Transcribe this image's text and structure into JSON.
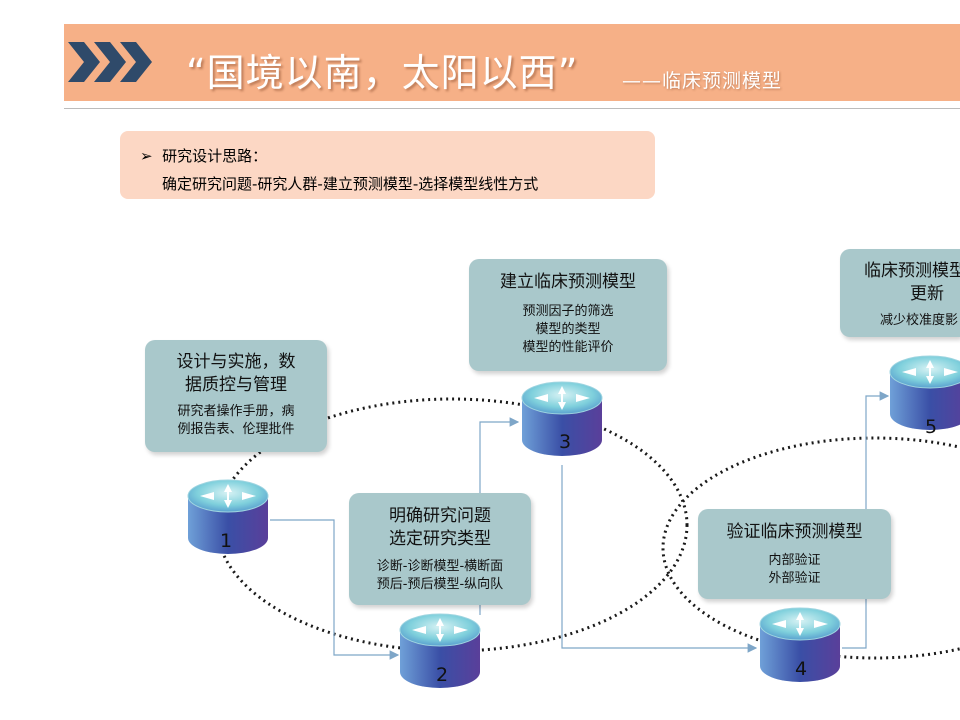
{
  "header": {
    "title": "“国境以南，太阳以西”",
    "subtitle": "——临床预测模型"
  },
  "design": {
    "bullet": "➢",
    "label": "研究设计思路：",
    "flow": "确定研究问题-研究人群-建立预测模型-选择模型线性方式"
  },
  "stages": [
    {
      "number": "1",
      "title_lines": [
        "设计与实施，数",
        "据质控与管理"
      ],
      "detail_lines": [
        "研究者操作手册，病",
        "例报告表、伦理批件"
      ]
    },
    {
      "number": "2",
      "title_lines": [
        "明确研究问题",
        "选定研究类型"
      ],
      "detail_lines": [
        "诊断-诊断模型-横断面",
        "预后-预后模型-纵向队"
      ]
    },
    {
      "number": "3",
      "title_lines": [
        "建立临床预测模型"
      ],
      "detail_lines": [
        "预测因子的筛选",
        "模型的类型",
        "模型的性能评价"
      ]
    },
    {
      "number": "4",
      "title_lines": [
        "验证临床预测模型"
      ],
      "detail_lines": [
        "内部验证",
        "外部验证"
      ]
    },
    {
      "number": "5",
      "title_lines": [
        "临床预测模型",
        "更新"
      ],
      "detail_lines": [
        "减少校准度影"
      ]
    }
  ],
  "colors": {
    "header_bar": "#f6b087",
    "design_box": "#fcd7c4",
    "stage_box": "#a9c8cb",
    "chevron": "#2f4a6a",
    "cylinder_top": "#6ec8d8",
    "cylinder_body": "#3a4fa6",
    "connector": "#7ea6c8"
  }
}
